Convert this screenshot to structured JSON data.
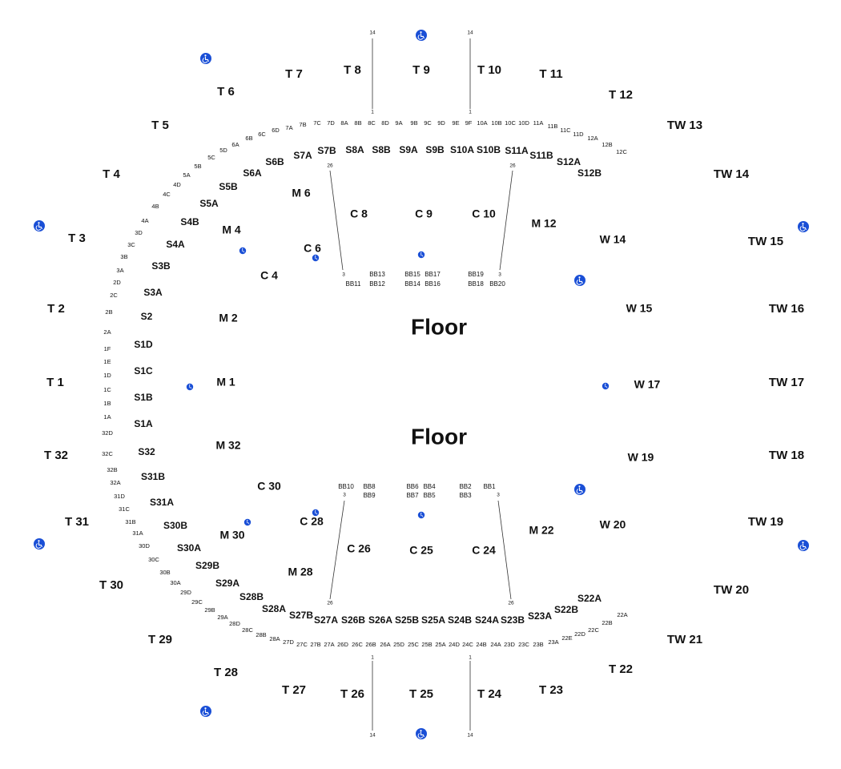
{
  "map": {
    "floor_labels": [
      "Floor",
      "Floor"
    ],
    "colors": {
      "accessible": "#1a4fd6",
      "text": "#111111",
      "line": "#333333",
      "background": "#ffffff"
    },
    "icon": "wheelchair-accessible-icon",
    "sections": {
      "terrace": [
        "T 1",
        "T 2",
        "T 3",
        "T 4",
        "T 5",
        "T 6",
        "T 7",
        "T 8",
        "T 9",
        "T 10",
        "T 11",
        "T 12",
        "TW 13",
        "TW 14",
        "TW 15",
        "TW 16",
        "TW 17",
        "TW 18",
        "TW 19",
        "TW 20",
        "TW 21",
        "T 22",
        "T 23",
        "T 24",
        "T 25",
        "T 26",
        "T 27",
        "T 28",
        "T 29",
        "T 30",
        "T 31",
        "T 32"
      ],
      "mezzanine": [
        "M 1",
        "M 2",
        "M 4",
        "M 6",
        "M 12",
        "W 14",
        "W 15",
        "W 17",
        "W 19",
        "W 20",
        "M 22",
        "M 28",
        "M 30",
        "M 32"
      ],
      "club": [
        "C 4",
        "C 6",
        "C 8",
        "C 9",
        "C 10",
        "C 24",
        "C 25",
        "C 26",
        "C 28",
        "C 30"
      ],
      "suites": [
        "S1A",
        "S1B",
        "S1C",
        "S1D",
        "S2",
        "S3A",
        "S3B",
        "S4A",
        "S4B",
        "S5A",
        "S5B",
        "S6A",
        "S6B",
        "S7A",
        "S7B",
        "S8A",
        "S8B",
        "S9A",
        "S9B",
        "S10A",
        "S10B",
        "S11A",
        "S11B",
        "S12A",
        "S12B",
        "S22A",
        "S22B",
        "S23A",
        "S23B",
        "S24A",
        "S24B",
        "S25A",
        "S25B",
        "S26A",
        "S26B",
        "S27A",
        "S27B",
        "S28A",
        "S28B",
        "S29A",
        "S29B",
        "S30A",
        "S30B",
        "S31A",
        "S31B",
        "S32"
      ],
      "rim_top": [
        "7A",
        "7B",
        "7C",
        "7D",
        "8A",
        "8B",
        "8C",
        "8D",
        "9A",
        "9B",
        "9C",
        "9D",
        "9E",
        "9F",
        "10A",
        "10B",
        "10C",
        "10D",
        "11A",
        "11B",
        "11C",
        "11D",
        "12A",
        "12B",
        "12C"
      ],
      "rim_left": [
        "6D",
        "6C",
        "6B",
        "6A",
        "5D",
        "5C",
        "5B",
        "5A",
        "4D",
        "4C",
        "4B",
        "4A",
        "3D",
        "3C",
        "3B",
        "3A",
        "2D",
        "2C",
        "2B",
        "2A",
        "1F",
        "1E",
        "1D",
        "1C",
        "1B",
        "1A",
        "32D",
        "32C",
        "32B",
        "32A",
        "31D",
        "31C",
        "31B",
        "31A",
        "30D",
        "30C",
        "30B",
        "30A",
        "29D",
        "29C",
        "29B",
        "29A",
        "28D",
        "28C",
        "28B",
        "28A"
      ],
      "rim_bottom": [
        "27D",
        "27C",
        "27B",
        "27A",
        "26D",
        "26C",
        "26B",
        "26A",
        "25D",
        "25C",
        "25B",
        "25A",
        "24D",
        "24C",
        "24B",
        "24A",
        "23D",
        "23C",
        "23B",
        "23A",
        "22E",
        "22D",
        "22C",
        "22B",
        "22A"
      ],
      "floor_boxes": [
        "BB11",
        "BB12",
        "BB13",
        "BB14",
        "BB15",
        "BB16",
        "BB17",
        "BB18",
        "BB19",
        "BB20",
        "BB1",
        "BB2",
        "BB3",
        "BB4",
        "BB5",
        "BB6",
        "BB7",
        "BB8",
        "BB9",
        "BB10"
      ],
      "row_numbers": [
        "14",
        "14",
        "14",
        "14",
        "1",
        "1",
        "1",
        "1",
        "26",
        "26",
        "26",
        "26",
        "3",
        "3",
        "3",
        "3"
      ]
    }
  }
}
